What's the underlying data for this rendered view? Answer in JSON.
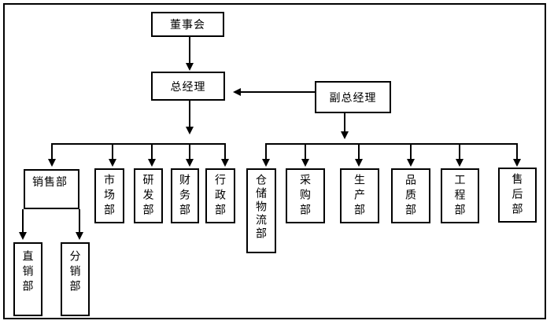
{
  "diagram": {
    "type": "org-chart",
    "colors": {
      "line": "#000000",
      "background": "#ffffff"
    },
    "nodes": {
      "board": {
        "label": "董事会"
      },
      "general_manager": {
        "label": "总经理"
      },
      "deputy_general_manager": {
        "label": "副总经理"
      },
      "sales": {
        "label": "销售部"
      },
      "marketing": {
        "label": "市场部"
      },
      "rnd": {
        "label": "研发部"
      },
      "finance": {
        "label": "财务部"
      },
      "admin": {
        "label": "行政部"
      },
      "warehouse_logistics": {
        "label": "仓储物流部"
      },
      "purchasing": {
        "label": "采购部"
      },
      "production": {
        "label": "生产部"
      },
      "quality": {
        "label": "品质部"
      },
      "engineering": {
        "label": "工程部"
      },
      "after_sales": {
        "label": "售后部"
      },
      "direct_sales": {
        "label": "直销部"
      },
      "distribution": {
        "label": "分销部"
      }
    },
    "edges": [
      {
        "from": "board",
        "to": "general_manager"
      },
      {
        "from": "deputy_general_manager",
        "to": "general_manager"
      },
      {
        "from": "general_manager",
        "to": "sales"
      },
      {
        "from": "general_manager",
        "to": "marketing"
      },
      {
        "from": "general_manager",
        "to": "rnd"
      },
      {
        "from": "general_manager",
        "to": "finance"
      },
      {
        "from": "general_manager",
        "to": "admin"
      },
      {
        "from": "deputy_general_manager",
        "to": "warehouse_logistics"
      },
      {
        "from": "deputy_general_manager",
        "to": "purchasing"
      },
      {
        "from": "deputy_general_manager",
        "to": "production"
      },
      {
        "from": "deputy_general_manager",
        "to": "quality"
      },
      {
        "from": "deputy_general_manager",
        "to": "engineering"
      },
      {
        "from": "deputy_general_manager",
        "to": "after_sales"
      },
      {
        "from": "sales",
        "to": "direct_sales"
      },
      {
        "from": "sales",
        "to": "distribution"
      }
    ]
  }
}
